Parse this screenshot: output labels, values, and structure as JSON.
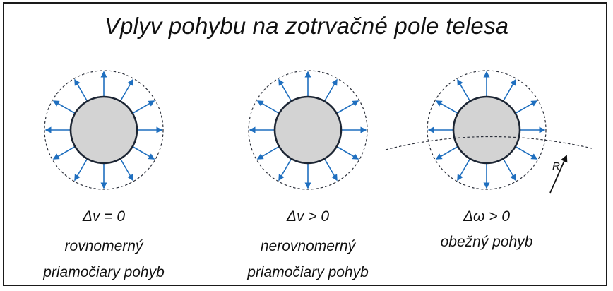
{
  "title": "Vplyv pohybu na zotrvačné pole telesa",
  "colors": {
    "arrow": "#1f6fbf",
    "body_fill": "#d3d3d3",
    "body_stroke": "#1c2533",
    "dashed": "#2b2f3a"
  },
  "panels": [
    {
      "condition": "Δv = 0",
      "line1": "rovnomerný",
      "line2": "priamočiary pohyb"
    },
    {
      "condition": "Δv > 0",
      "line1": "nerovnomerný",
      "line2": "priamočiary pohyb"
    },
    {
      "condition": "Δω > 0",
      "line1": "obežný pohyb",
      "line2": ""
    }
  ],
  "radius_label": "R"
}
